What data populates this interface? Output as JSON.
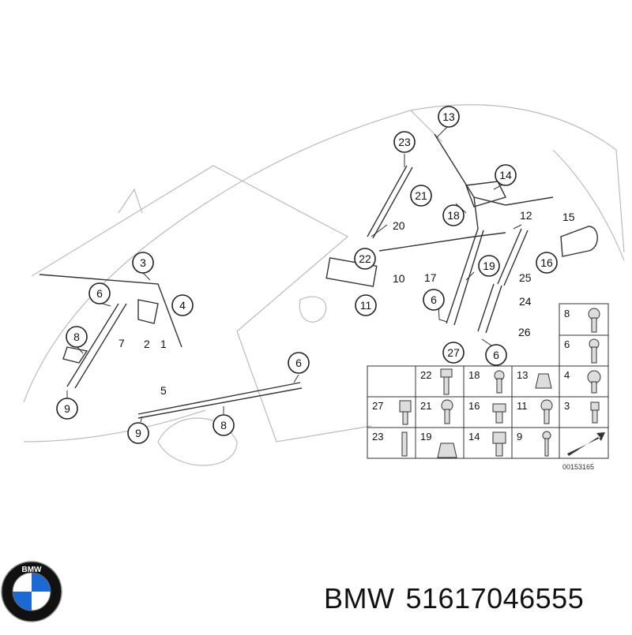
{
  "diagram": {
    "callouts": [
      "13",
      "23",
      "21",
      "14",
      "12",
      "15",
      "18",
      "20",
      "22",
      "16",
      "19",
      "10",
      "17",
      "25",
      "24",
      "11",
      "6",
      "26",
      "27",
      "6",
      "3",
      "4",
      "6",
      "7",
      "8",
      "2",
      "1",
      "9",
      "6",
      "5",
      "8",
      "9"
    ],
    "side_labels": [
      "12",
      "15",
      "20",
      "10",
      "17",
      "25",
      "24",
      "26",
      "7",
      "2",
      "1",
      "5"
    ],
    "drawing_number": "00153165",
    "parts_grid": [
      [
        "8"
      ],
      [
        "6"
      ],
      [
        "22",
        "18",
        "13",
        "4"
      ],
      [
        "27",
        "21",
        "16",
        "11",
        "3"
      ],
      [
        "23",
        "19",
        "14",
        "9"
      ]
    ]
  },
  "footer": {
    "brand": "BMW",
    "part_number": "51617046555"
  },
  "logo": {
    "letters": "BMW",
    "colors": {
      "blue": "#1c69d4",
      "white": "#ffffff",
      "ring": "#111111"
    }
  }
}
